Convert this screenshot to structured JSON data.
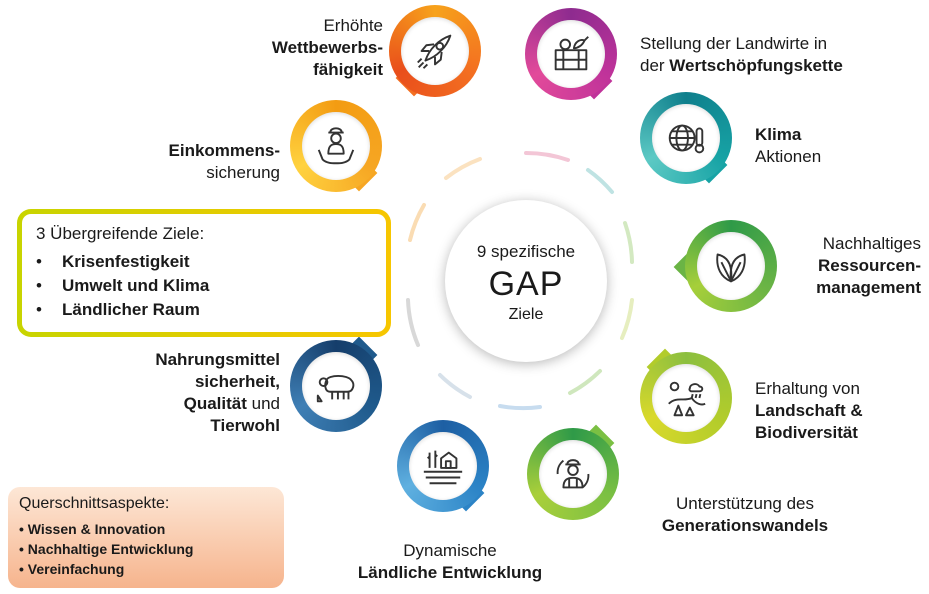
{
  "center": {
    "line1": "9 spezifische",
    "line2": "GAP",
    "line3": "Ziele"
  },
  "colors": {
    "rocket": "#f36f21",
    "basket": "#c0339a",
    "climate": "#17a3a5",
    "resources": "#6ab445",
    "landscape": "#b2cc2b",
    "generations": "#7bc043",
    "rural": "#2b83c6",
    "food": "#1f5a8c",
    "income": "#f6a623"
  },
  "goals": {
    "competitiveness": {
      "icon": "rocket-icon",
      "l1": "Erhöhte",
      "l2": "Wettbewerbs-",
      "l3": "fähigkeit"
    },
    "value_chain": {
      "icon": "vegetable-crate-icon",
      "l1": "Stellung der Landwirte in",
      "l2a": "der ",
      "l2b": "Wertschöpfungskette"
    },
    "climate": {
      "icon": "globe-thermometer-icon",
      "l1": "Klima",
      "l2": "Aktionen"
    },
    "resources": {
      "icon": "leaf-icon",
      "l1": "Nachhaltiges",
      "l2": "Ressourcen-",
      "l3": "management"
    },
    "landscape": {
      "icon": "landscape-icon",
      "l1": "Erhaltung von",
      "l2": "Landschaft &",
      "l3": "Biodiversität"
    },
    "generations": {
      "icon": "farmer-cycle-icon",
      "l1": "Unterstützung des",
      "l2": "Generationswandels"
    },
    "rural": {
      "icon": "farmhouse-icon",
      "l1": "Dynamische",
      "l2": "Ländliche Entwicklung"
    },
    "food": {
      "icon": "sheep-icon",
      "l1": "Nahrungsmittel",
      "l2": "sicherheit,",
      "l3a": "Qualität",
      "l3b": " und",
      "l4": "Tierwohl"
    },
    "income": {
      "icon": "farmer-hands-icon",
      "l1": "Einkommens-",
      "l2": "sicherung"
    }
  },
  "overarching": {
    "title": "3 Übergreifende Ziele:",
    "bullet": "•",
    "items": [
      "Krisenfestigkeit",
      "Umwelt und Klima",
      "Ländlicher Raum"
    ]
  },
  "crosscutting": {
    "title": "Querschnittsaspekte:",
    "items": [
      "• Wissen & Innovation",
      "• Nachhaltige Entwicklung",
      "• Vereinfachung"
    ]
  }
}
